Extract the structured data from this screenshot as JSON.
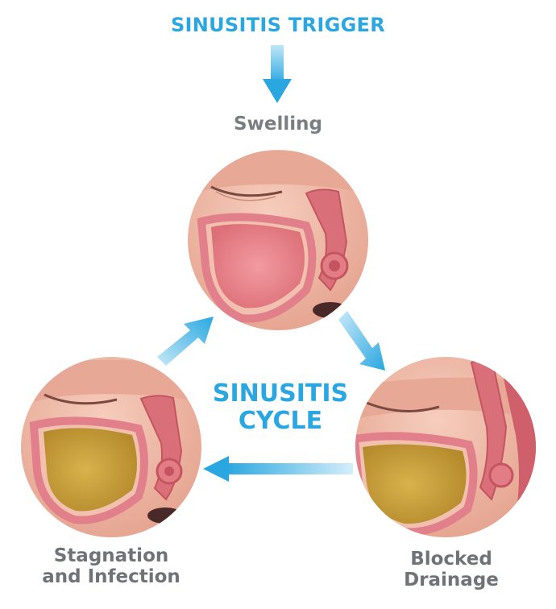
{
  "labels": {
    "trigger": "SINUSITIS TRIGGER",
    "swelling": "Swelling",
    "cycle_line1": "SINUSITIS",
    "cycle_line2": "CYCLE",
    "stagnation_line1": "Stagnation",
    "stagnation_line2": "and Infection",
    "blocked_line1": "Blocked",
    "blocked_line2": "Drainage"
  },
  "colors": {
    "accent": "#2aa7e0",
    "caption": "#6f7377",
    "skin": "#efb7a4",
    "mucosa": "#e8848a",
    "mucus": "#c9a23c"
  }
}
